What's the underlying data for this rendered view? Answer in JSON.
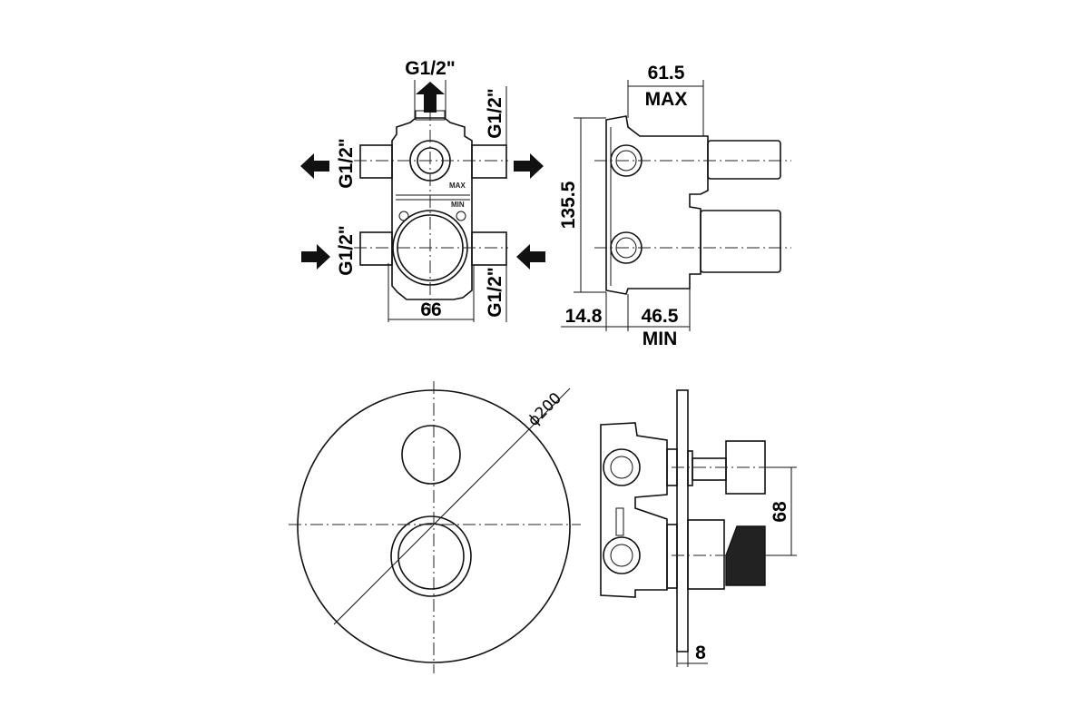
{
  "front_view": {
    "port_top_label": "G1/2\"",
    "port_upper_left_label": "G1/2\"",
    "port_upper_right_label": "G1/2\"",
    "port_lower_left_label": "G1/2\"",
    "port_lower_right_label": "G1/2\"",
    "width_label": "66",
    "max_mark": "MAX",
    "min_mark": "MIN"
  },
  "side_view": {
    "depth_max_value": "61.5",
    "depth_max_caption": "MAX",
    "height_value": "135.5",
    "offset_value": "14.8",
    "depth_min_value": "46.5",
    "depth_min_caption": "MIN"
  },
  "plate_view": {
    "diameter_label": "ϕ200"
  },
  "assembly_view": {
    "axis_distance_label": "68",
    "plate_thickness_label": "8"
  }
}
